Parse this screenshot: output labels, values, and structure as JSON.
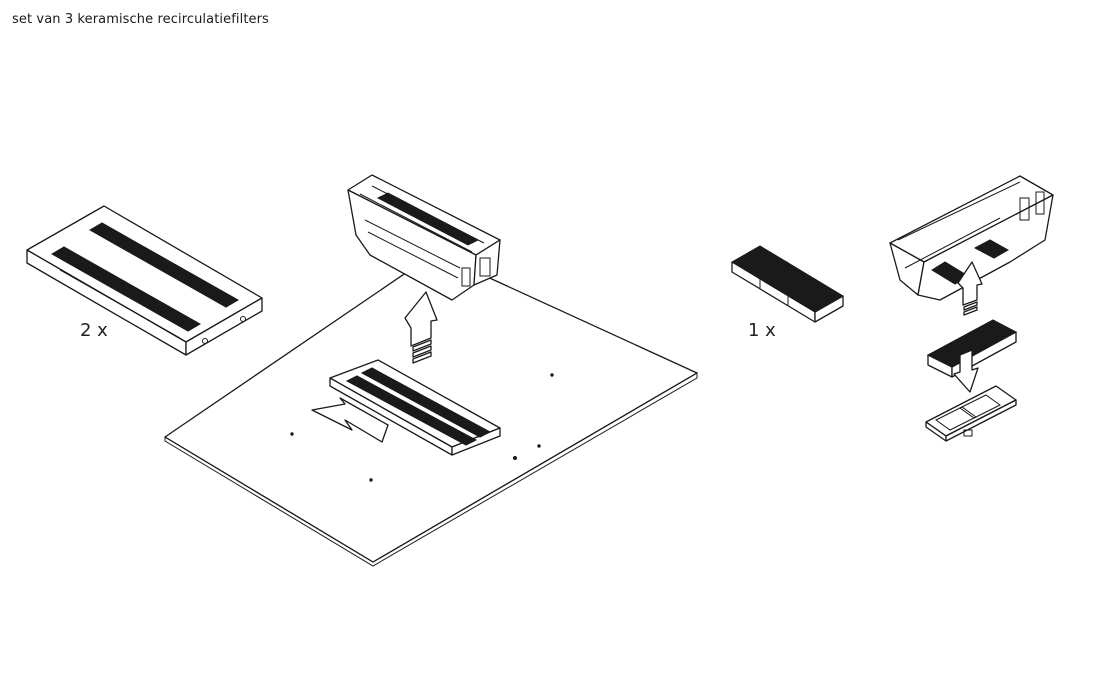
{
  "caption": "set van 3 keramische recirculatiefilters",
  "labels": {
    "qty_left": "2 x",
    "qty_right": "1 x"
  },
  "icons": [
    "filter-plate-icon",
    "hood-module-icon",
    "cooktop-icon",
    "arrow-up-icon",
    "arrow-down-icon",
    "ceramic-filter-block-icon"
  ],
  "colors": {
    "line": "#1a1a1a",
    "background": "#ffffff"
  }
}
